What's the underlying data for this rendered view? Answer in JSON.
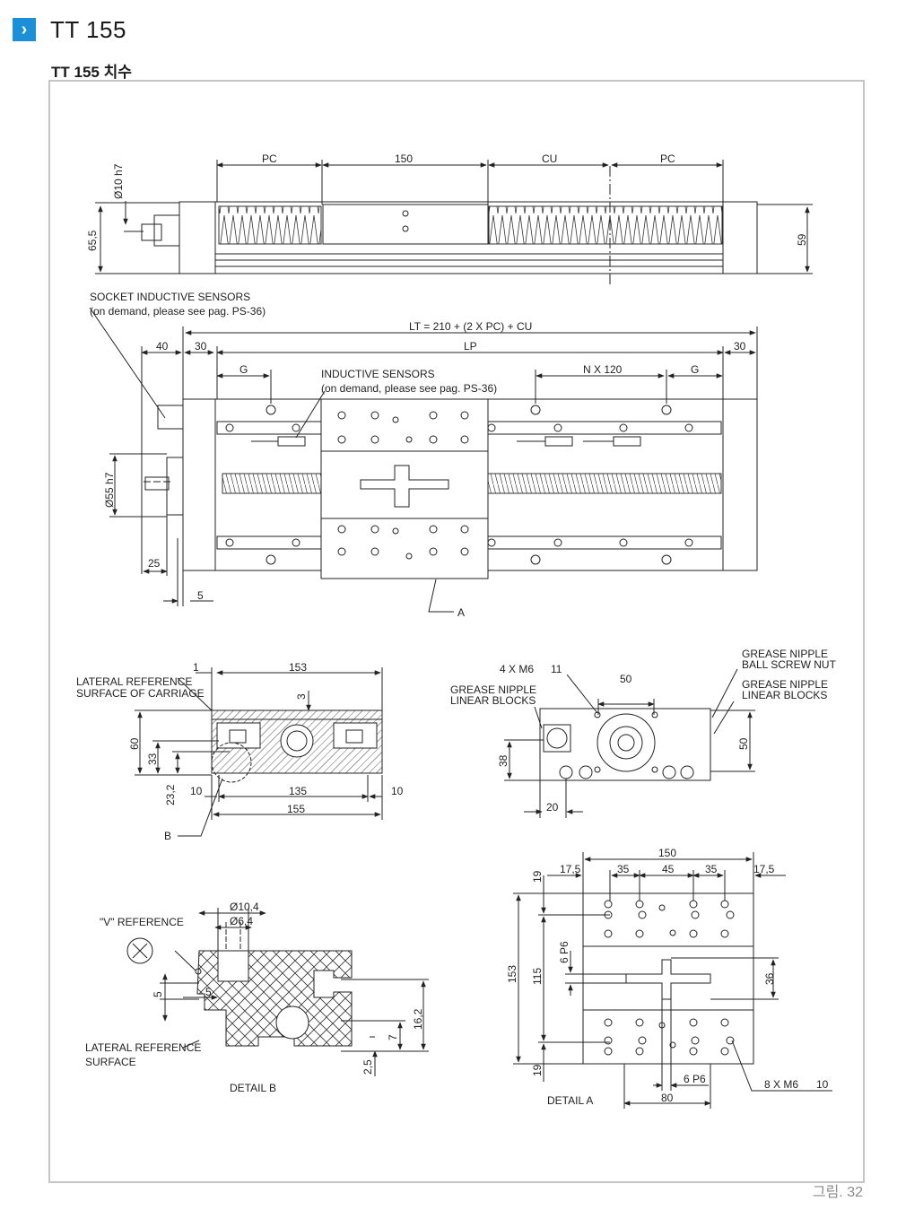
{
  "header": {
    "title": "TT 155",
    "subtitle": "TT 155 치수",
    "figure_label": "그림. 32"
  },
  "icons": {
    "section_marker": "chevron-right-icon",
    "accent_color": "#1b8fd8"
  },
  "top_view": {
    "dims": {
      "pc_left": "PC",
      "d150": "150",
      "cu": "CU",
      "pc_right": "PC",
      "shaft_dia": "Ø10 h7",
      "height_655": "65,5",
      "height_59": "59"
    }
  },
  "plan_view": {
    "socket_label_1": "SOCKET INDUCTIVE SENSORS",
    "socket_label_2": "(on demand, please see pag. PS-36)",
    "lt_formula": "LT = 210 + (2 X PC) + CU",
    "lp": "LP",
    "d40": "40",
    "d30a": "30",
    "d30b": "30",
    "g_left": "G",
    "g_right": "G",
    "nx120": "N X 120",
    "sensors_label_1": "INDUCTIVE SENSORS",
    "sensors_label_2": "(on demand, please see pag. PS-36)",
    "dia55": "Ø55 h7",
    "d25": "25",
    "d5": "5",
    "ref_a": "A"
  },
  "section_view": {
    "lateral_1": "LATERAL REFERENCE",
    "lateral_2": "SURFACE OF CARRIAGE",
    "d1": "1",
    "d153": "153",
    "d3": "3",
    "d60": "60",
    "d33": "33",
    "d232": "23,2",
    "d10a": "10",
    "d135": "135",
    "d10b": "10",
    "d155": "155",
    "ref_b": "B"
  },
  "end_view": {
    "m6_label": "4 X M6",
    "m6_depth": "11",
    "d50h": "50",
    "grease_lin_1": "GREASE NIPPLE",
    "grease_lin_2": "LINEAR BLOCKS",
    "grease_ball_1": "GREASE NIPPLE",
    "grease_ball_2": "BALL SCREW NUT",
    "grease_lin_r1": "GREASE NIPPLE",
    "grease_lin_r2": "LINEAR BLOCKS",
    "d38": "38",
    "d20": "20",
    "d50v": "50"
  },
  "detail_b": {
    "d104": "Ø10,4",
    "d64": "Ø6,4",
    "v_ref": "\"V\" REFERENCE",
    "d5a": "5",
    "d5b": "5",
    "d162": "16,2",
    "d7": "7",
    "d25": "2,5",
    "lateral_1": "LATERAL REFERENCE",
    "lateral_2": "SURFACE",
    "caption": "DETAIL B"
  },
  "detail_a": {
    "d150": "150",
    "d175a": "17,5",
    "d35a": "35",
    "d45": "45",
    "d35b": "35",
    "d175b": "17,5",
    "d19a": "19",
    "d19b": "19",
    "d153": "153",
    "d115": "115",
    "d6p6v": "6 P6",
    "d36": "36",
    "d6p6h": "6 P6",
    "d80": "80",
    "m6_label": "8 X M6",
    "m6_depth": "10",
    "caption": "DETAIL A"
  }
}
